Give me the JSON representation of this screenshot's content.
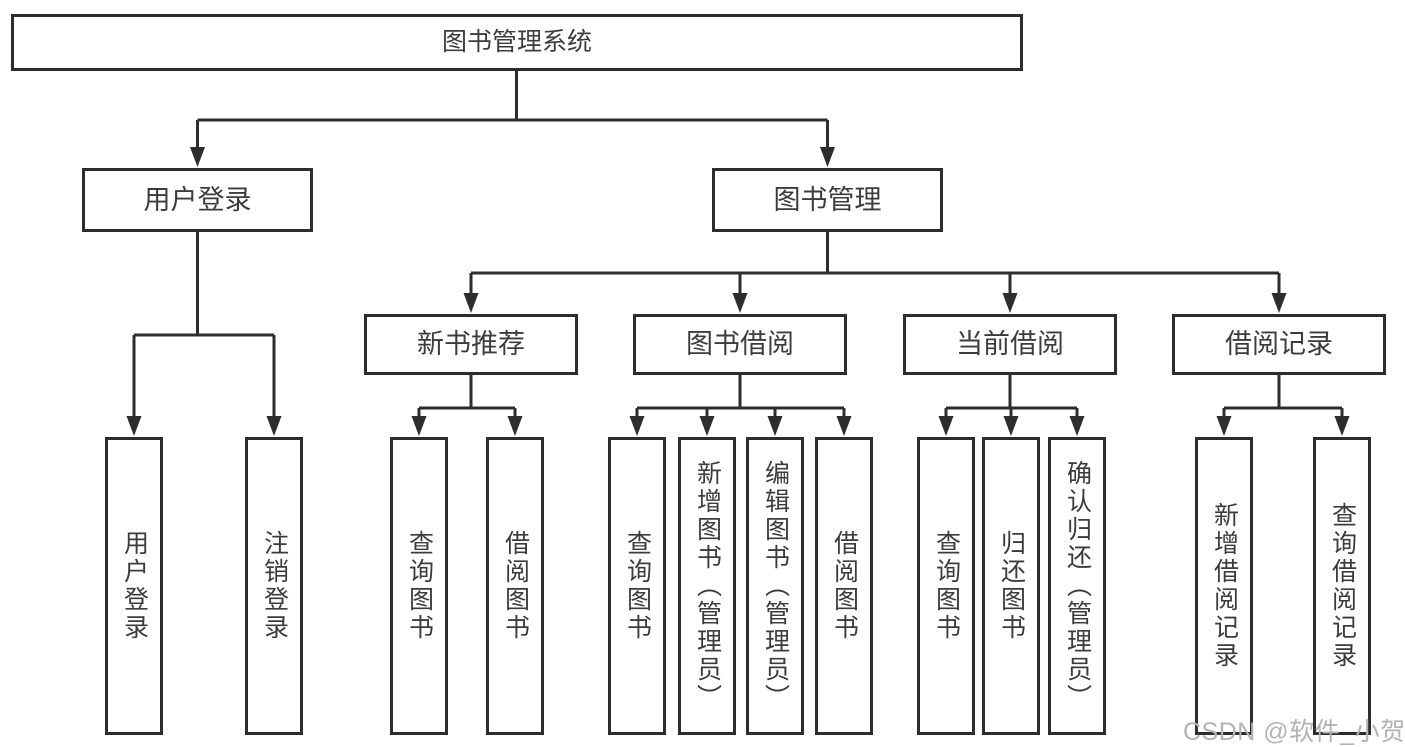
{
  "diagram": {
    "title": "图书管理系统",
    "watermark": "CSDN @软件_小贺同学",
    "colors": {
      "line": "#2d2d2d",
      "box_border": "#2d2d2d",
      "box_background": "#ffffff",
      "text": "#3c3c3c",
      "watermark_text": "#b3b3b3"
    },
    "nodes": {
      "root": {
        "label": "图书管理系统"
      },
      "user_login": {
        "label": "用户登录"
      },
      "book_mgmt": {
        "label": "图书管理"
      },
      "new_rec": {
        "label": "新书推荐"
      },
      "book_borrow": {
        "label": "图书借阅"
      },
      "cur_borrow": {
        "label": "当前借阅"
      },
      "borrow_rec": {
        "label": "借阅记录"
      },
      "l_user_login": {
        "label": "用户登录"
      },
      "l_logout": {
        "label": "注销登录"
      },
      "l_query1": {
        "label": "查询图书"
      },
      "l_borrow1": {
        "label": "借阅图书"
      },
      "l_query2": {
        "label": "查询图书"
      },
      "l_add_book": {
        "label": "新增图书（管理员）"
      },
      "l_edit_book": {
        "label": "编辑图书（管理员）"
      },
      "l_borrow2": {
        "label": "借阅图书"
      },
      "l_query3": {
        "label": "查询图书"
      },
      "l_return": {
        "label": "归还图书"
      },
      "l_confirm": {
        "label": "确认归还（管理员）"
      },
      "l_add_record": {
        "label": "新增借阅记录"
      },
      "l_query_record": {
        "label": "查询借阅记录"
      }
    },
    "edges": [
      {
        "from": "root",
        "to": "user_login"
      },
      {
        "from": "root",
        "to": "book_mgmt"
      },
      {
        "from": "user_login",
        "to": "l_user_login"
      },
      {
        "from": "user_login",
        "to": "l_logout"
      },
      {
        "from": "book_mgmt",
        "to": "new_rec"
      },
      {
        "from": "book_mgmt",
        "to": "book_borrow"
      },
      {
        "from": "book_mgmt",
        "to": "cur_borrow"
      },
      {
        "from": "book_mgmt",
        "to": "borrow_rec"
      },
      {
        "from": "new_rec",
        "to": "l_query1"
      },
      {
        "from": "new_rec",
        "to": "l_borrow1"
      },
      {
        "from": "book_borrow",
        "to": "l_query2"
      },
      {
        "from": "book_borrow",
        "to": "l_add_book"
      },
      {
        "from": "book_borrow",
        "to": "l_edit_book"
      },
      {
        "from": "book_borrow",
        "to": "l_borrow2"
      },
      {
        "from": "cur_borrow",
        "to": "l_query3"
      },
      {
        "from": "cur_borrow",
        "to": "l_return"
      },
      {
        "from": "cur_borrow",
        "to": "l_confirm"
      },
      {
        "from": "borrow_rec",
        "to": "l_add_record"
      },
      {
        "from": "borrow_rec",
        "to": "l_query_record"
      }
    ]
  }
}
